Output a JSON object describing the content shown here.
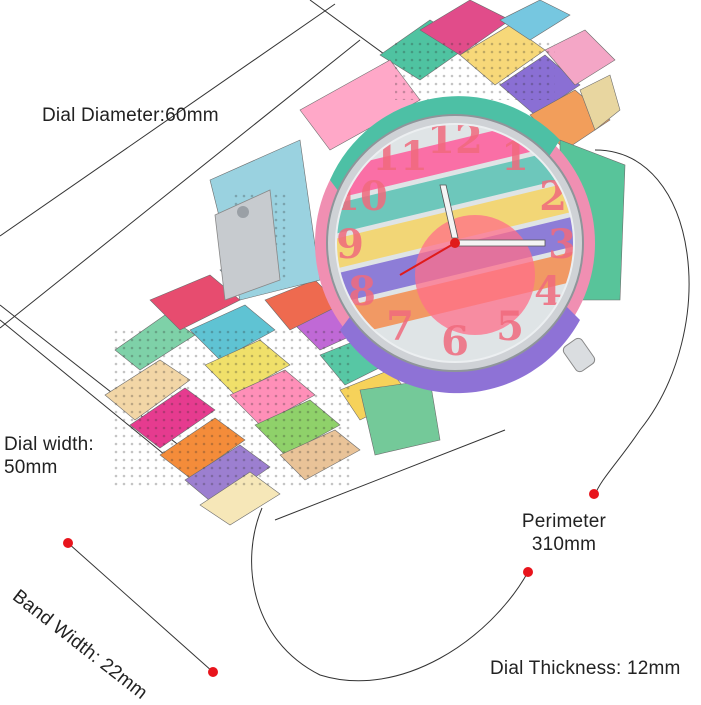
{
  "labels": {
    "dial_diameter": "Dial Diameter:60mm",
    "dial_width_line1": "Dial width:",
    "dial_width_line2": "50mm",
    "perimeter_line1": "Perimeter",
    "perimeter_line2": "310mm",
    "band_width": "Band Width: 22mm",
    "dial_thickness": "Dial Thickness: 12mm"
  },
  "colors": {
    "background": "#ffffff",
    "lines": "#333333",
    "marker_dots": "#e8141c",
    "case_silver": "#c9ccd0",
    "hands_white": "#f4f4f4",
    "second_hand": "#e01b1b"
  },
  "dial_numerals": [
    "12",
    "1",
    "2",
    "3",
    "4",
    "5",
    "6",
    "7",
    "8",
    "9",
    "10",
    "11"
  ]
}
